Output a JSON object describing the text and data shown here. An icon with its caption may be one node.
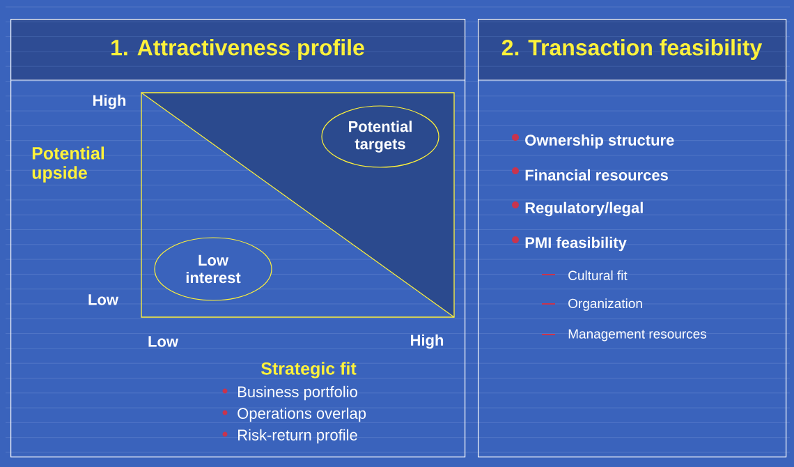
{
  "diagram": {
    "nodes": [
      {
        "text": [
          "1. Attractiveness profile"
        ]
      },
      {
        "text": [
          "2. Transaction feasibility"
        ]
      },
      {
        "text": [
          "Potential targets"
        ],
        "in": 0
      },
      {
        "text": [
          "Low interest"
        ],
        "in": 0
      }
    ],
    "labels": [
      "High",
      "Potential upside",
      "Low",
      "Low",
      "High",
      "Strategic fit",
      "Business portfolio",
      "Operations overlap",
      "Risk-return profile",
      "Ownership structure",
      "Financial resources",
      "Regulatory/legal",
      "PMI feasibility",
      "Cultural fit",
      "Organization",
      "Management resources"
    ]
  }
}
